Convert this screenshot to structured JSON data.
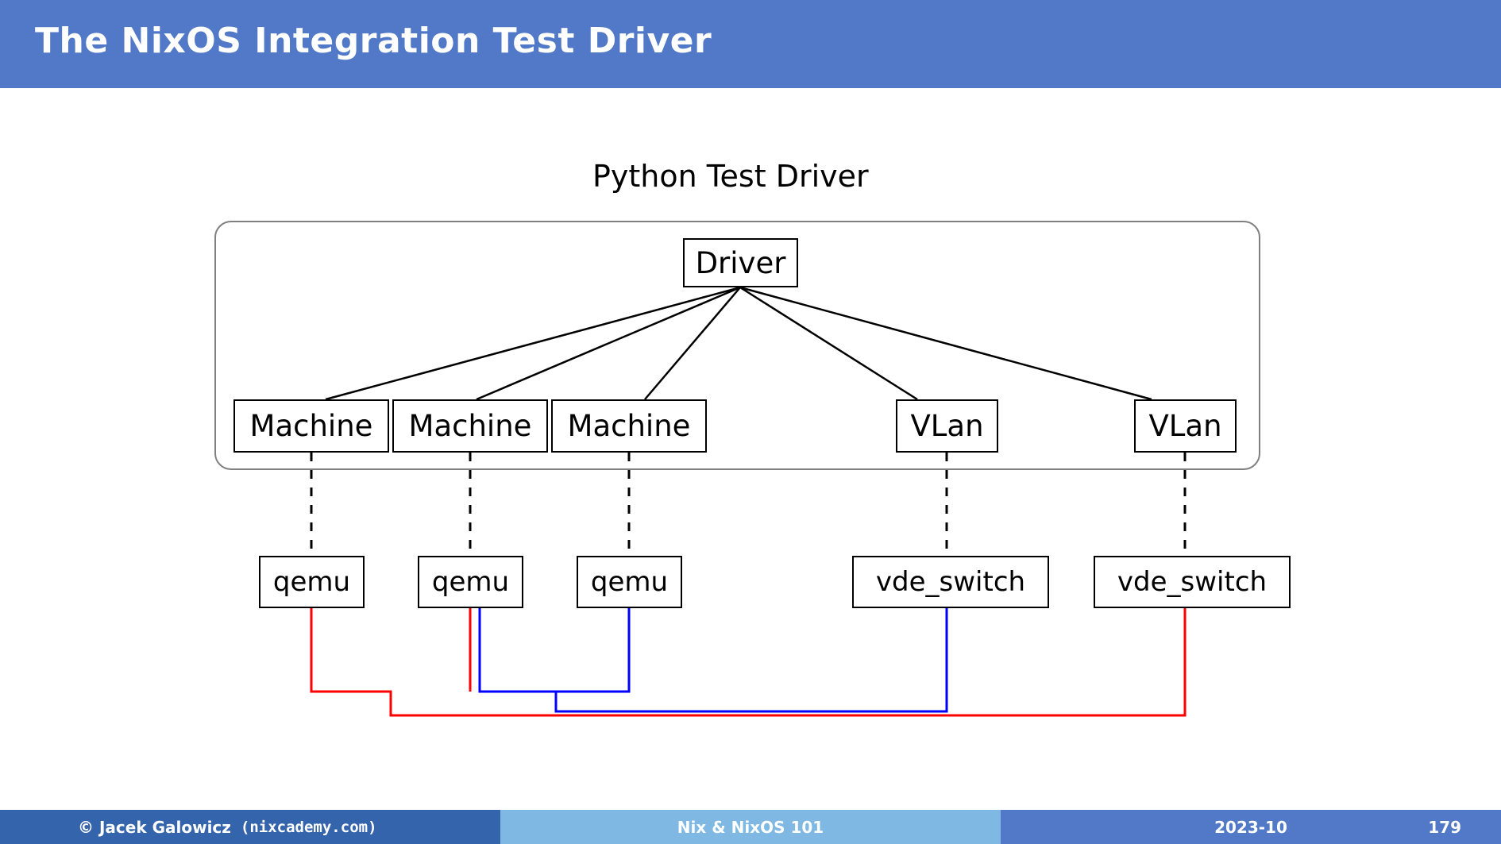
{
  "header": {
    "title": "The NixOS Integration Test Driver"
  },
  "diagram": {
    "group_label": "Python Test Driver",
    "driver": {
      "label": "Driver"
    },
    "machines": [
      {
        "label": "Machine"
      },
      {
        "label": "Machine"
      },
      {
        "label": "Machine"
      }
    ],
    "vlans": [
      {
        "label": "VLan"
      },
      {
        "label": "VLan"
      }
    ],
    "qemus": [
      {
        "label": "qemu"
      },
      {
        "label": "qemu"
      },
      {
        "label": "qemu"
      }
    ],
    "switches": [
      {
        "label": "vde_switch"
      },
      {
        "label": "vde_switch"
      }
    ],
    "colors": {
      "node_border": "#000000",
      "group_border": "#808080",
      "link": "#000000",
      "net_red": "#ff0000",
      "net_blue": "#0000ff"
    }
  },
  "footer": {
    "author": "© Jacek Galowicz",
    "site": "(nixcademy.com)",
    "course": "Nix & NixOS 101",
    "date": "2023-10",
    "page": "179",
    "colors": {
      "left": "#3464ab",
      "middle": "#7eb8e3",
      "right": "#5179c8"
    }
  },
  "theme": {
    "header_bg": "#5179c8",
    "page_bg": "#ffffff"
  }
}
